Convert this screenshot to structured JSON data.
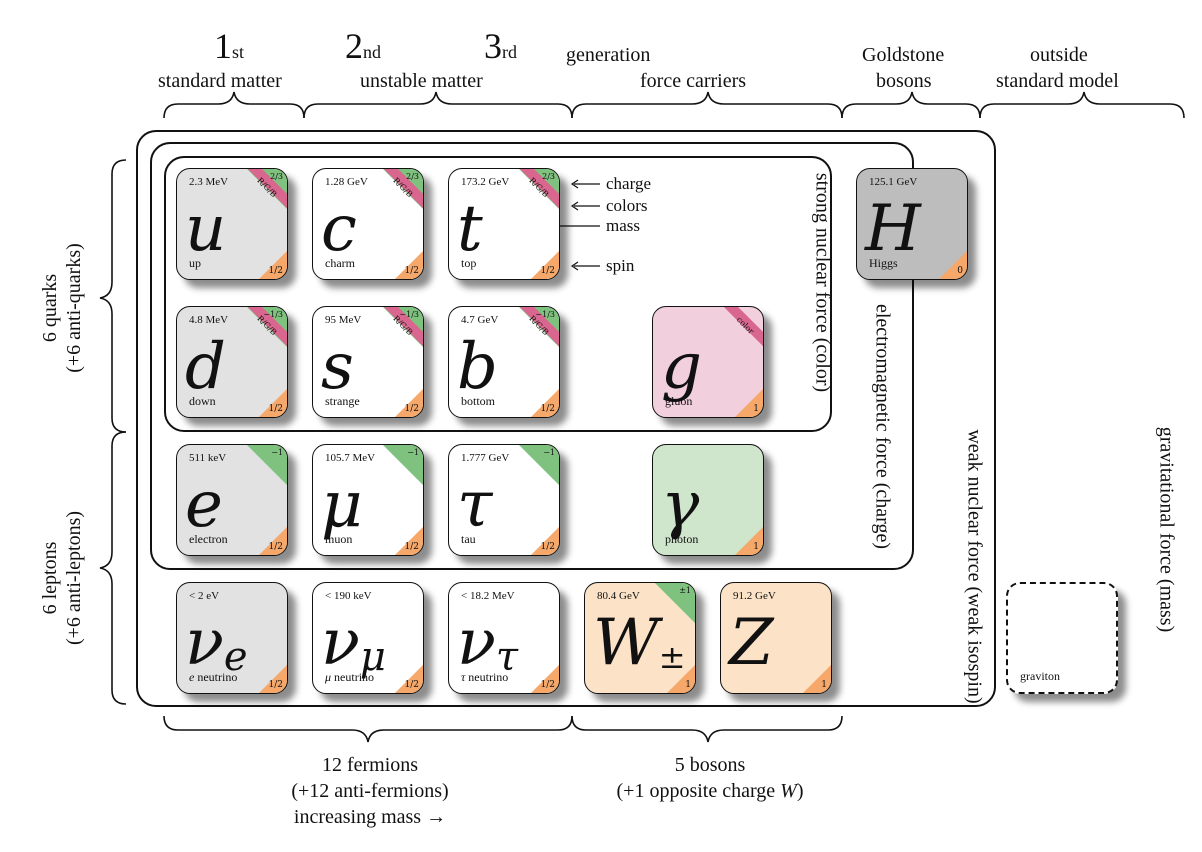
{
  "header": {
    "gen1_num": "1",
    "gen1_suf": "st",
    "gen2_num": "2",
    "gen2_suf": "nd",
    "gen3_num": "3",
    "gen3_suf": "rd",
    "generation": "generation",
    "standard_matter": "standard matter",
    "unstable_matter": "unstable matter",
    "force_carriers": "force carriers",
    "goldstone_1": "Goldstone",
    "goldstone_2": "bosons",
    "outside_1": "outside",
    "outside_2": "standard model"
  },
  "side": {
    "quarks_1": "6 quarks",
    "quarks_2": "(+6 anti-quarks)",
    "leptons_1": "6 leptons",
    "leptons_2": "(+6 anti-leptons)"
  },
  "forces": {
    "strong": "strong nuclear force (color)",
    "em": "electromagnetic force (charge)",
    "weak": "weak nuclear force (weak isospin)",
    "grav": "gravitational force (mass)"
  },
  "legend": {
    "charge": "charge",
    "colors": "colors",
    "mass": "mass",
    "spin": "spin"
  },
  "bottom": {
    "fermions_1": "12 fermions",
    "fermions_2": "(+12 anti-fermions)",
    "fermions_3": "increasing mass →",
    "bosons_1": "5 bosons",
    "bosons_2": "(+1 opposite charge ",
    "bosons_w": "W",
    "bosons_close": ")"
  },
  "particles": {
    "up": {
      "mass": "2.3 MeV",
      "symbol": "u",
      "name": "up",
      "charge": "2/3",
      "color": "R/G/B",
      "spin": "1/2"
    },
    "charm": {
      "mass": "1.28 GeV",
      "symbol": "c",
      "name": "charm",
      "charge": "2/3",
      "color": "R/G/B",
      "spin": "1/2"
    },
    "top": {
      "mass": "173.2 GeV",
      "symbol": "t",
      "name": "top",
      "charge": "2/3",
      "color": "R/G/B",
      "spin": "1/2"
    },
    "down": {
      "mass": "4.8 MeV",
      "symbol": "d",
      "name": "down",
      "charge": "−1/3",
      "color": "R/G/B",
      "spin": "1/2"
    },
    "strange": {
      "mass": "95 MeV",
      "symbol": "s",
      "name": "strange",
      "charge": "−1/3",
      "color": "R/G/B",
      "spin": "1/2"
    },
    "bottom": {
      "mass": "4.7 GeV",
      "symbol": "b",
      "name": "bottom",
      "charge": "−1/3",
      "color": "R/G/B",
      "spin": "1/2"
    },
    "gluon": {
      "mass": "",
      "symbol": "g",
      "name": "gluon",
      "color": "color",
      "spin": "1"
    },
    "electron": {
      "mass": "511 keV",
      "symbol": "e",
      "name": "electron",
      "charge": "−1",
      "spin": "1/2"
    },
    "muon": {
      "mass": "105.7 MeV",
      "symbol": "μ",
      "name": "muon",
      "charge": "−1",
      "spin": "1/2"
    },
    "tau": {
      "mass": "1.777 GeV",
      "symbol": "τ",
      "name": "tau",
      "charge": "−1",
      "spin": "1/2"
    },
    "photon": {
      "mass": "",
      "symbol": "γ",
      "name": "photon",
      "spin": "1"
    },
    "nu_e": {
      "mass": "< 2 eV",
      "symbol": "ν",
      "sub": "e",
      "name_sym": "e",
      "name": " neutrino",
      "spin": "1/2"
    },
    "nu_mu": {
      "mass": "< 190 keV",
      "symbol": "ν",
      "sub": "μ",
      "name_sym": "μ",
      "name": " neutrino",
      "spin": "1/2"
    },
    "nu_tau": {
      "mass": "< 18.2 MeV",
      "symbol": "ν",
      "sub": "τ",
      "name_sym": "τ",
      "name": " neutrino",
      "spin": "1/2"
    },
    "w": {
      "mass": "80.4 GeV",
      "symbol": "W",
      "sup": "±",
      "charge": "±1",
      "spin": "1"
    },
    "z": {
      "mass": "91.2 GeV",
      "symbol": "Z",
      "spin": "1"
    },
    "higgs": {
      "mass": "125.1 GeV",
      "symbol": "H",
      "name": "Higgs",
      "spin": "0"
    },
    "graviton": {
      "name": "graviton"
    }
  },
  "colors": {
    "charge_green": "#7fc27f",
    "color_band": "#d9668e",
    "spin_orange": "#f5a86a",
    "quark_lepton_grey": "#e2e2e2",
    "gluon_pink": "#f2cfdc",
    "photon_green": "#cfe6cd",
    "boson_peach": "#fce2c6",
    "higgs_grey": "#bdbdbd"
  }
}
